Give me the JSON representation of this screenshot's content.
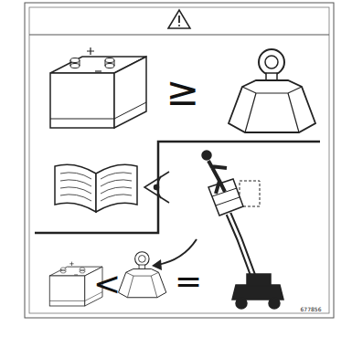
{
  "diagram": {
    "labels": [
      "≥",
      "<",
      "=",
      "677856"
    ]
  }
}
